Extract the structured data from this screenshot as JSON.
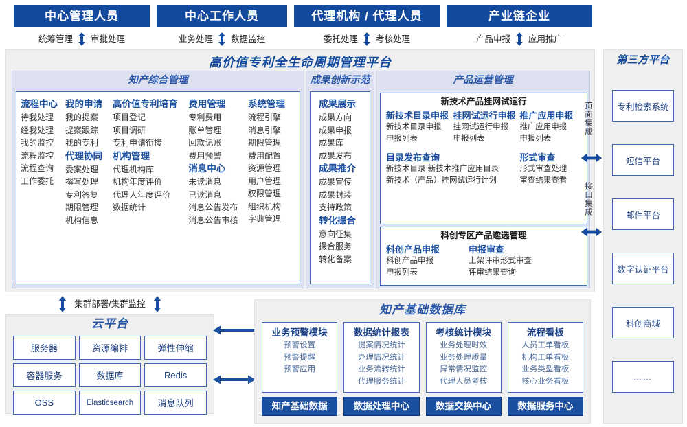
{
  "roles": [
    {
      "title": "中心管理人员",
      "left": "统筹管理",
      "right": "审批处理"
    },
    {
      "title": "中心工作人员",
      "left": "业务处理",
      "right": "数据监控"
    },
    {
      "title": "代理机构 / 代理人员",
      "left": "委托处理",
      "right": "考核处理"
    },
    {
      "title": "产业链企业",
      "left": "产品申报",
      "right": "应用推广"
    }
  ],
  "platform": {
    "title": "高价值专利全生命周期管理平台",
    "sections": {
      "ip_management": {
        "title": "知产综合管理",
        "columns": [
          {
            "groups": [
              {
                "header": "流程中心",
                "items": [
                  "待我处理",
                  "经我处理",
                  "我的监控",
                  "流程监控",
                  "流程查询",
                  "工作委托"
                ]
              }
            ]
          },
          {
            "groups": [
              {
                "header": "我的申请",
                "items": [
                  "我的提案",
                  "提案跟踪",
                  "我的专利"
                ]
              },
              {
                "header": "代理协同",
                "items": [
                  "委案处理",
                  "撰写处理",
                  "专利答复",
                  "期限管理",
                  "机构信息"
                ]
              }
            ]
          },
          {
            "groups": [
              {
                "header": "高价值专利培育",
                "items": [
                  "项目登记",
                  "项目调研",
                  "专利申请衔接"
                ]
              },
              {
                "header": "机构管理",
                "items": [
                  "代理机构库",
                  "机构年度评价",
                  "代理人年度评价",
                  "数据统计"
                ]
              }
            ]
          },
          {
            "groups": [
              {
                "header": "费用管理",
                "items": [
                  "专利费用",
                  "账单管理",
                  "回款记账",
                  "费用预警"
                ]
              },
              {
                "header": "消息中心",
                "items": [
                  "未读消息",
                  "已读消息",
                  "消息公告发布",
                  "消息公告审核"
                ]
              }
            ]
          },
          {
            "groups": [
              {
                "header": "系统管理",
                "items": [
                  "流程引擎",
                  "消息引擎",
                  "期限管理",
                  "费用配置",
                  "资源管理",
                  "用户管理",
                  "权限管理",
                  "组织机构",
                  "字典管理"
                ]
              }
            ]
          }
        ]
      },
      "achievement": {
        "title": "成果创新示范",
        "groups": [
          {
            "header": "成果展示",
            "items": [
              "成果方向",
              "成果申报",
              "成果库",
              "成果发布"
            ]
          },
          {
            "header": "成果推介",
            "items": [
              "成果宣传",
              "成果封装",
              "支持政策"
            ]
          },
          {
            "header": "转化撮合",
            "items": [
              "意向征集",
              "撮合服务",
              "转化备案"
            ]
          }
        ]
      },
      "product_ops": {
        "title": "产品运营管理",
        "box1": {
          "title": "新技术产品挂网试运行",
          "row1": [
            {
              "header": "新技术目录申报",
              "items": [
                "新技术目录申报",
                "申报列表"
              ]
            },
            {
              "header": "挂网试运行申报",
              "items": [
                "挂网试运行申报",
                "申报列表"
              ]
            },
            {
              "header": "推广应用申报",
              "items": [
                "推广应用申报",
                "申报列表"
              ]
            }
          ],
          "row2": [
            {
              "header": "目录发布查询",
              "items": [
                "新技术目录    新技术推广应用目录",
                "新技术（产品）挂网试运行计划"
              ]
            },
            {
              "header": "形式审查",
              "items": [
                "形式审查处理",
                "审查结果查看"
              ]
            }
          ]
        },
        "box2": {
          "title": "科创专区产品遴选管理",
          "columns": [
            {
              "header": "科创产品申报",
              "items": [
                "科创产品申报",
                "申报列表"
              ]
            },
            {
              "header": "申报审查",
              "items": [
                "上架评审形式审查",
                "评审结果查询"
              ]
            }
          ]
        }
      }
    }
  },
  "integration": {
    "page_label": "页面集成",
    "api_label": "接口集成"
  },
  "third_party": {
    "title": "第三方平台",
    "items": [
      "专利检索系统",
      "短信平台",
      "邮件平台",
      "数字认证平台",
      "科创商城",
      "……"
    ]
  },
  "cluster_note": "集群部署/集群监控",
  "cloud": {
    "title": "云平台",
    "cells": [
      "服务器",
      "资源编排",
      "弹性伸缩",
      "容器服务",
      "数据库",
      "Redis",
      "OSS",
      "Elasticsearch",
      "消息队列"
    ]
  },
  "knowledge_db": {
    "title": "知产基础数据库",
    "cards": [
      {
        "header": "业务预警模块",
        "items": [
          "预警设置",
          "预警提醒",
          "预警应用"
        ]
      },
      {
        "header": "数据统计报表",
        "items": [
          "提案情况统计",
          "办理情况统计",
          "业务流转统计",
          "代理服务统计"
        ]
      },
      {
        "header": "考核统计模块",
        "items": [
          "业务处理时效",
          "业务处理质量",
          "异常情况监控",
          "代理人员考核"
        ]
      },
      {
        "header": "流程看板",
        "items": [
          "人员工单看板",
          "机构工单看板",
          "业务类型看板",
          "核心业务看板"
        ]
      }
    ],
    "footer": [
      "知产基础数据",
      "数据处理中心",
      "数据交换中心",
      "数据服务中心"
    ]
  },
  "colors": {
    "primary": "#134a9e",
    "accent": "#2a57a8",
    "band": "#dde0ef",
    "panel": "#efefef",
    "border": "#3f68b3"
  }
}
